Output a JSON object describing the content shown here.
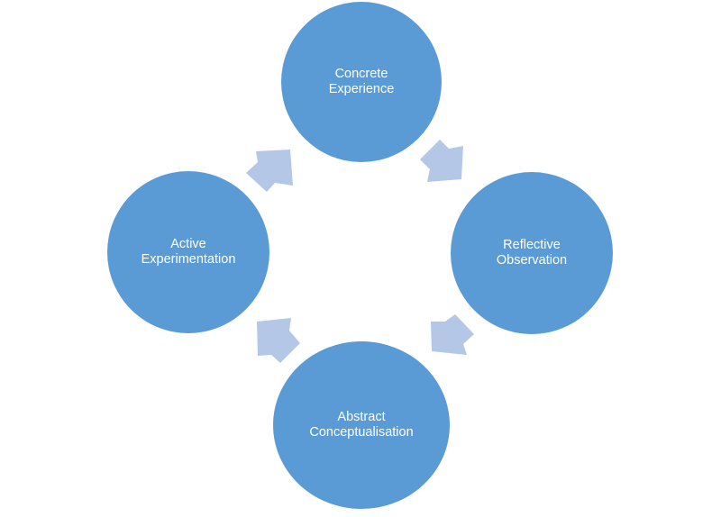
{
  "colors": {
    "circle_fill": "#5b9bd5",
    "arrow_fill": "#b4c7e7",
    "label_text": "#ffffff",
    "background": "#ffffff"
  },
  "stages": [
    {
      "line1": "Concrete",
      "line2": "Experience"
    },
    {
      "line1": "Reflective",
      "line2": "Observation"
    },
    {
      "line1": "Abstract",
      "line2": "Conceptualisation"
    },
    {
      "line1": "Active",
      "line2": "Experimentation"
    }
  ],
  "arrows": [
    {
      "icon": "arrow-down-right-icon"
    },
    {
      "icon": "arrow-down-left-icon"
    },
    {
      "icon": "arrow-up-left-icon"
    },
    {
      "icon": "arrow-up-right-icon"
    }
  ]
}
